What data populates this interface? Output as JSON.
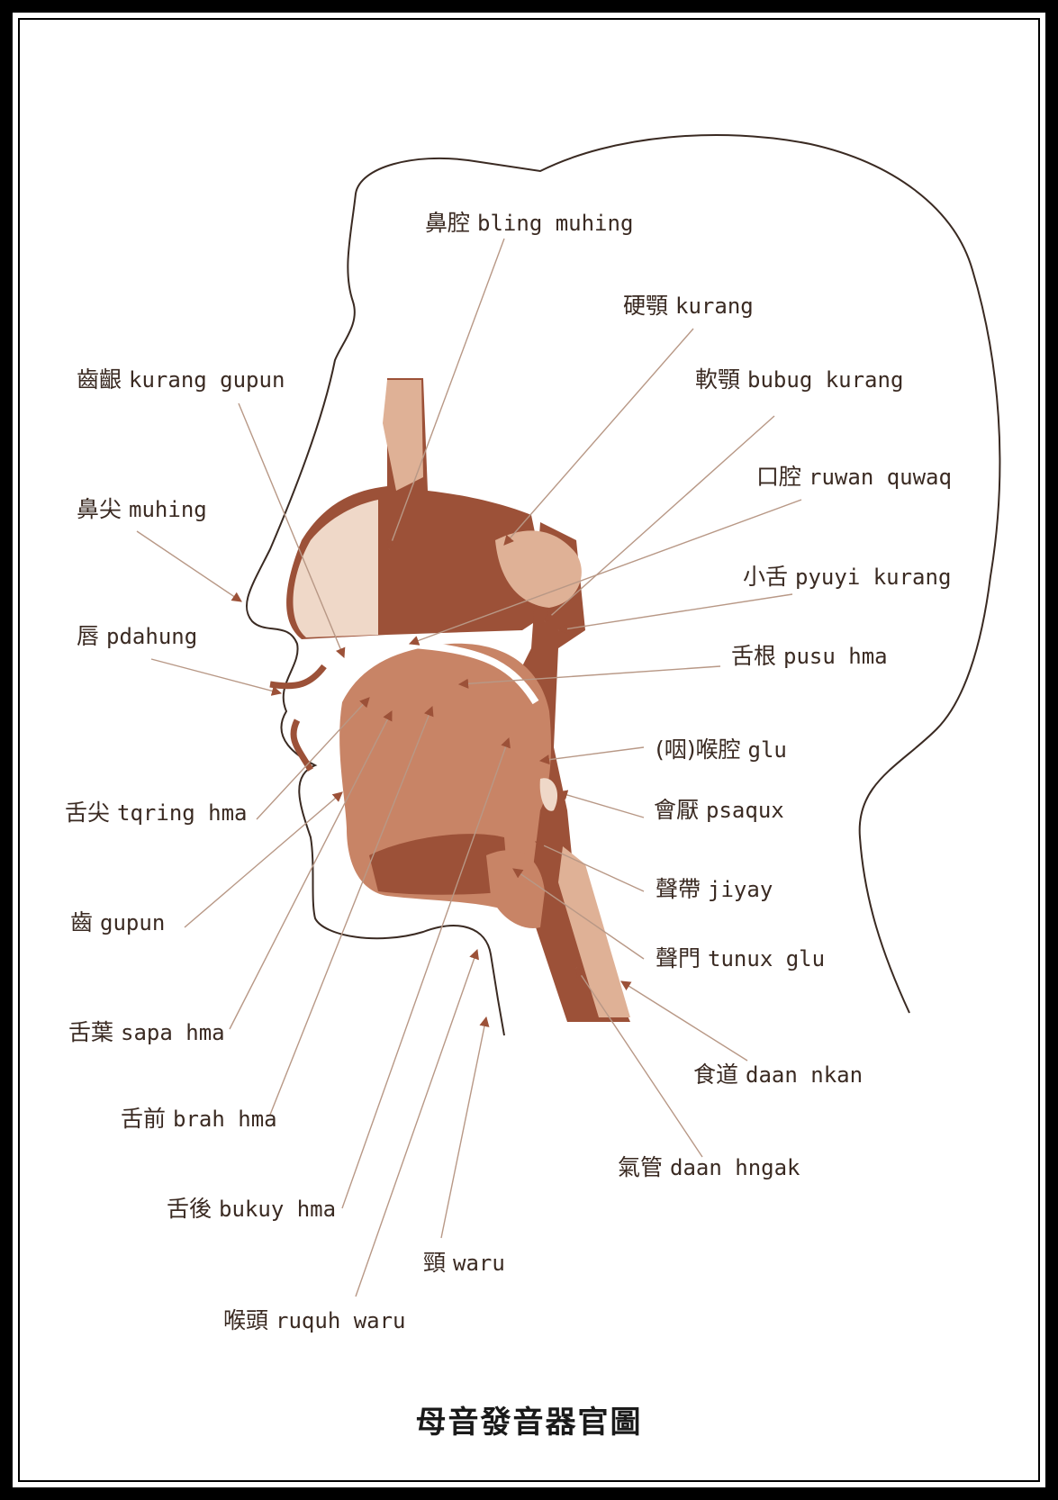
{
  "title": "母音發音器官圖",
  "colors": {
    "tissue_dark": "#9c5138",
    "tissue_mid": "#c88466",
    "tissue_light": "#dfb196",
    "tissue_pale": "#efd8c8",
    "leader_line": "#b89886",
    "outline": "#3a2a22"
  },
  "labels": [
    {
      "zh": "鼻腔",
      "tayal": "bling muhing"
    },
    {
      "zh": "硬顎",
      "tayal": "kurang"
    },
    {
      "zh": "齒齦",
      "tayal": "kurang gupun"
    },
    {
      "zh": "軟顎",
      "tayal": "bubug kurang"
    },
    {
      "zh": "口腔",
      "tayal": "ruwan quwaq"
    },
    {
      "zh": "鼻尖",
      "tayal": "muhing"
    },
    {
      "zh": "小舌",
      "tayal": "pyuyi kurang"
    },
    {
      "zh": "唇",
      "tayal": "pdahung"
    },
    {
      "zh": "舌根",
      "tayal": "pusu hma"
    },
    {
      "zh": "(咽)喉腔",
      "tayal": "glu"
    },
    {
      "zh": "舌尖",
      "tayal": "tqring hma"
    },
    {
      "zh": "會厭",
      "tayal": "psaqux"
    },
    {
      "zh": "聲帶",
      "tayal": "jiyay"
    },
    {
      "zh": "齒",
      "tayal": "gupun"
    },
    {
      "zh": "聲門",
      "tayal": "tunux glu"
    },
    {
      "zh": "舌葉",
      "tayal": "sapa hma"
    },
    {
      "zh": "食道",
      "tayal": "daan nkan"
    },
    {
      "zh": "舌前",
      "tayal": "brah hma"
    },
    {
      "zh": "氣管",
      "tayal": "daan hngak"
    },
    {
      "zh": "舌後",
      "tayal": "bukuy hma"
    },
    {
      "zh": "頸",
      "tayal": "waru"
    },
    {
      "zh": "喉頭",
      "tayal": "ruquh waru"
    }
  ]
}
